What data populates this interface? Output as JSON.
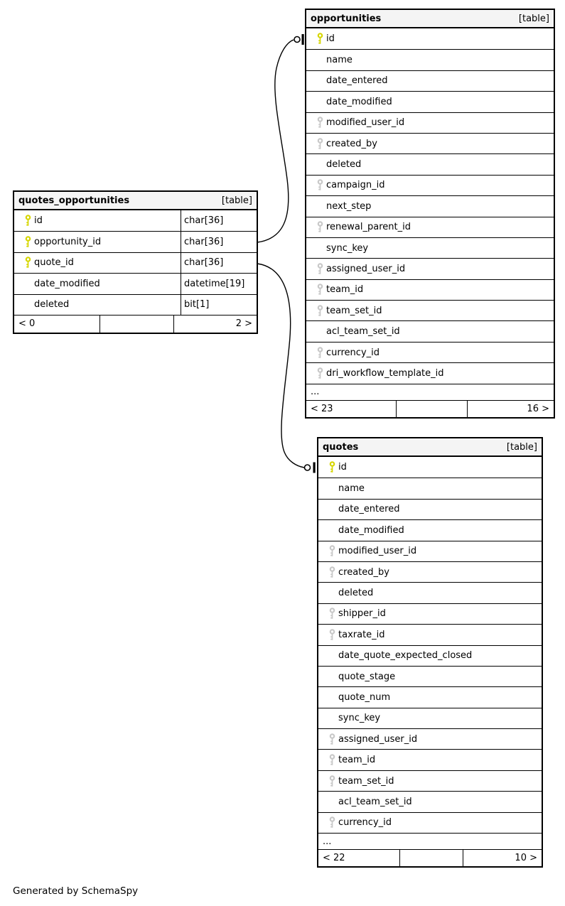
{
  "diagram": {
    "credit": "Generated by SchemaSpy",
    "colors": {
      "header_bg": "#f4f4f4",
      "border": "#000000",
      "primary_key_icon": "#d6d600",
      "foreign_key_icon": "#c8c8c8",
      "relation_line": "#000000"
    },
    "tables": [
      {
        "title": "quotes_opportunities",
        "badge": "[table]",
        "has_types": true,
        "columns": [
          {
            "name": "id",
            "type": "char[36]",
            "key": "primary"
          },
          {
            "name": "opportunity_id",
            "type": "char[36]",
            "key": "primary"
          },
          {
            "name": "quote_id",
            "type": "char[36]",
            "key": "primary"
          },
          {
            "name": "date_modified",
            "type": "datetime[19]",
            "key": "none"
          },
          {
            "name": "deleted",
            "type": "bit[1]",
            "key": "none"
          }
        ],
        "ellipsis": "",
        "footer": {
          "left": "< 0",
          "center": "",
          "right": "2 >"
        }
      },
      {
        "title": "opportunities",
        "badge": "[table]",
        "has_types": false,
        "columns": [
          {
            "name": "id",
            "key": "primary"
          },
          {
            "name": "name",
            "key": "none"
          },
          {
            "name": "date_entered",
            "key": "none"
          },
          {
            "name": "date_modified",
            "key": "none"
          },
          {
            "name": "modified_user_id",
            "key": "foreign"
          },
          {
            "name": "created_by",
            "key": "foreign"
          },
          {
            "name": "deleted",
            "key": "none"
          },
          {
            "name": "campaign_id",
            "key": "foreign"
          },
          {
            "name": "next_step",
            "key": "none"
          },
          {
            "name": "renewal_parent_id",
            "key": "foreign"
          },
          {
            "name": "sync_key",
            "key": "none"
          },
          {
            "name": "assigned_user_id",
            "key": "foreign"
          },
          {
            "name": "team_id",
            "key": "foreign"
          },
          {
            "name": "team_set_id",
            "key": "foreign"
          },
          {
            "name": "acl_team_set_id",
            "key": "none"
          },
          {
            "name": "currency_id",
            "key": "foreign"
          },
          {
            "name": "dri_workflow_template_id",
            "key": "foreign"
          }
        ],
        "ellipsis": "...",
        "footer": {
          "left": "< 23",
          "center": "",
          "right": "16 >"
        }
      },
      {
        "title": "quotes",
        "badge": "[table]",
        "has_types": false,
        "columns": [
          {
            "name": "id",
            "key": "primary"
          },
          {
            "name": "name",
            "key": "none"
          },
          {
            "name": "date_entered",
            "key": "none"
          },
          {
            "name": "date_modified",
            "key": "none"
          },
          {
            "name": "modified_user_id",
            "key": "foreign"
          },
          {
            "name": "created_by",
            "key": "foreign"
          },
          {
            "name": "deleted",
            "key": "none"
          },
          {
            "name": "shipper_id",
            "key": "foreign"
          },
          {
            "name": "taxrate_id",
            "key": "foreign"
          },
          {
            "name": "date_quote_expected_closed",
            "key": "none"
          },
          {
            "name": "quote_stage",
            "key": "none"
          },
          {
            "name": "quote_num",
            "key": "none"
          },
          {
            "name": "sync_key",
            "key": "none"
          },
          {
            "name": "assigned_user_id",
            "key": "foreign"
          },
          {
            "name": "team_id",
            "key": "foreign"
          },
          {
            "name": "team_set_id",
            "key": "foreign"
          },
          {
            "name": "acl_team_set_id",
            "key": "none"
          },
          {
            "name": "currency_id",
            "key": "foreign"
          }
        ],
        "ellipsis": "...",
        "footer": {
          "left": "< 22",
          "center": "",
          "right": "10 >"
        }
      }
    ],
    "relations": [
      {
        "from": "quotes_opportunities.opportunity_id",
        "to": "opportunities.id"
      },
      {
        "from": "quotes_opportunities.quote_id",
        "to": "quotes.id"
      }
    ]
  }
}
